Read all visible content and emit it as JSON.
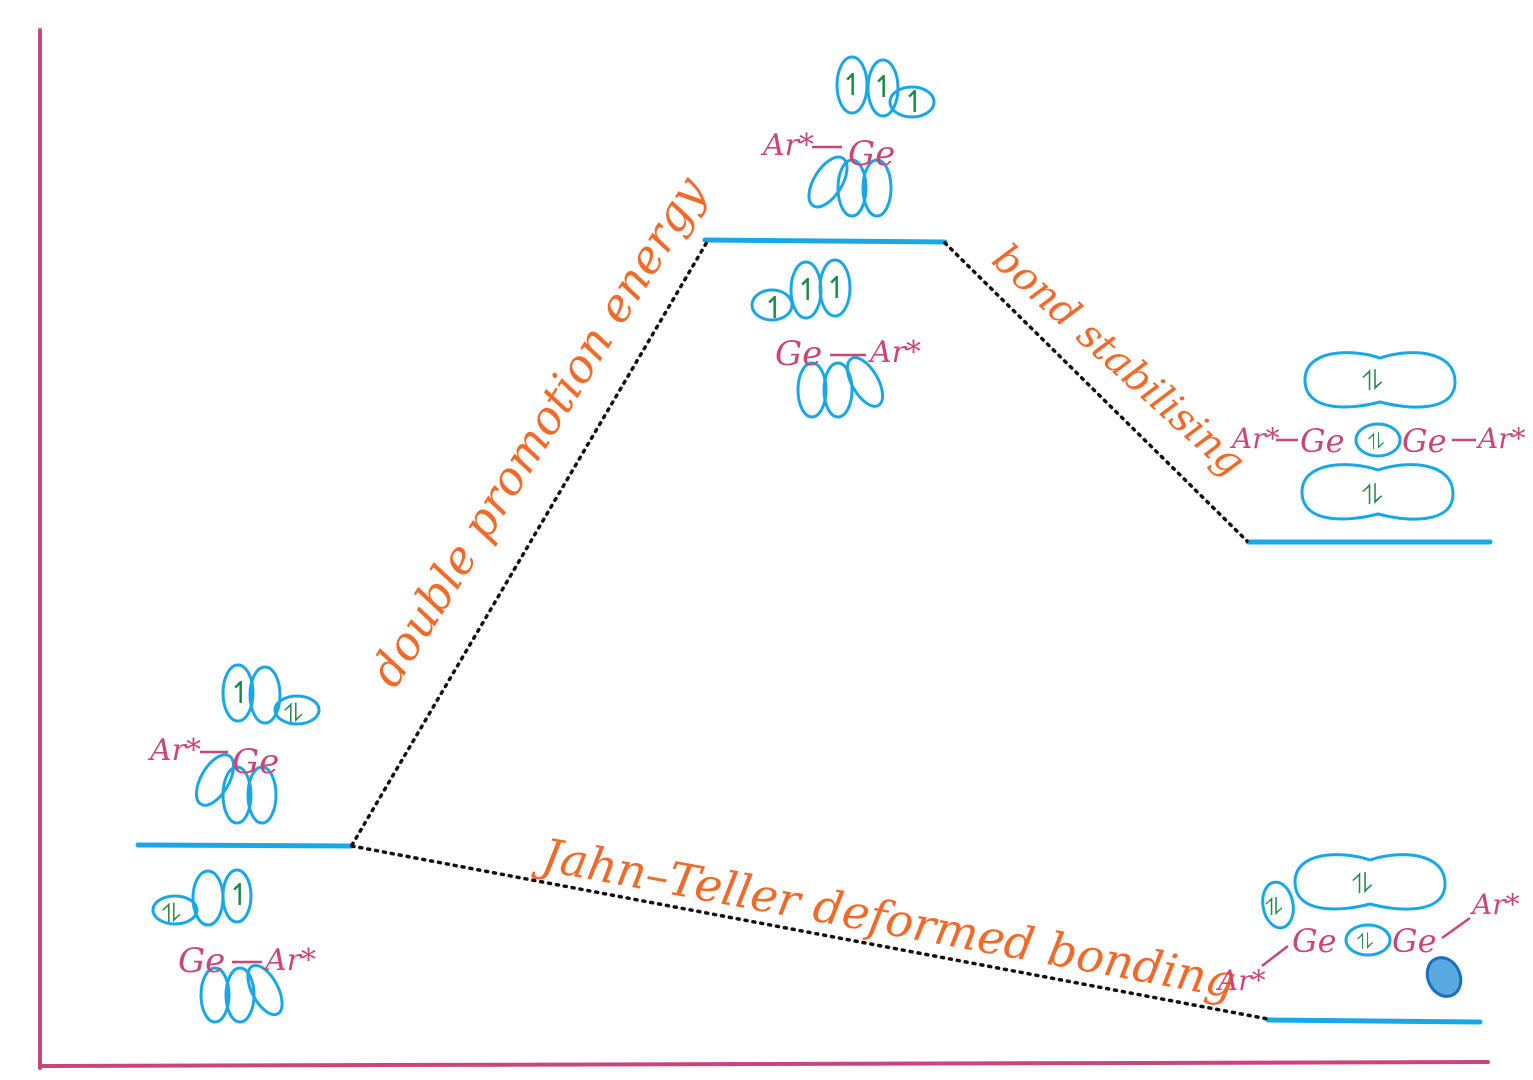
{
  "colors": {
    "axis": "#c8467a",
    "level": "#1aa7e6",
    "orbital": "#1aa7e6",
    "electron": "#1e8a4a",
    "atom_label": "#c8467a",
    "annotation": "#f06a2a",
    "connector": "#111111"
  },
  "labels": {
    "ar_star": "Ar*",
    "ge": "Ge",
    "pair": "⥮",
    "single": "↿"
  },
  "annotations": {
    "promotion": "double promotion energy",
    "bond": "bond stabilising",
    "jahn_teller": "Jahn–Teller deformed bonding"
  },
  "states": [
    {
      "id": "ground-left",
      "description_shown": false
    },
    {
      "id": "promoted-top",
      "description_shown": false
    },
    {
      "id": "multiple-bond-right",
      "description_shown": false
    },
    {
      "id": "trans-bent-right",
      "description_shown": false
    }
  ]
}
